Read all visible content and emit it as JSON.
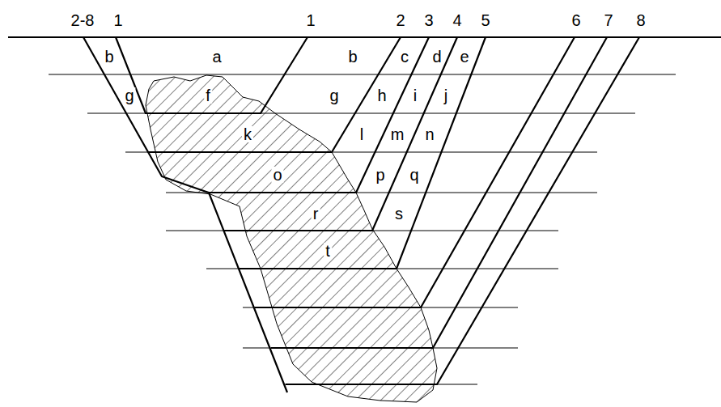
{
  "diagram": {
    "labels": [
      "2-8",
      "1",
      "1",
      "2",
      "3",
      "4",
      "5",
      "6",
      "7",
      "8",
      "b",
      "a",
      "b",
      "c",
      "d",
      "e",
      "g",
      "f",
      "g",
      "h",
      "i",
      "j",
      "k",
      "l",
      "m",
      "n",
      "o",
      "p",
      "q",
      "r",
      "s",
      "t"
    ]
  }
}
